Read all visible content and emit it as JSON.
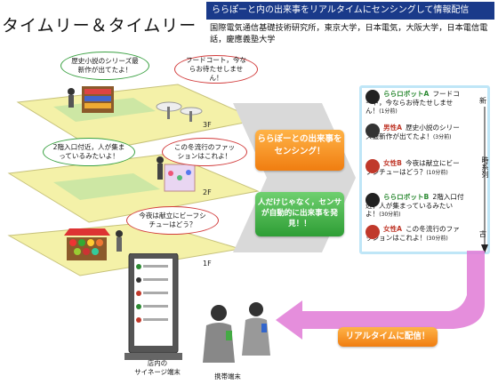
{
  "header": {
    "title": "タイムリー＆タイムリー",
    "subtitle": "ららぽーと内の出来事をリアルタイムにセンシングして情報配信",
    "orgs": "国際電気通信基礎技術研究所，東京大学，日本電気，大阪大学，日本電信電話，慶應義塾大学"
  },
  "floors": [
    {
      "label": "3F",
      "bubbles": [
        "歴史小説のシリーズ最新作が出てたよ！",
        "フードコート，今ならお待たせしません！"
      ]
    },
    {
      "label": "2F",
      "bubbles": [
        "2階入口付近，人が集まっているみたいよ！",
        "この冬流行のファッションはこれよ！"
      ]
    },
    {
      "label": "1F",
      "bubbles": [
        "今夜は献立にビーフシチューはどう？"
      ]
    }
  ],
  "center": {
    "sensing": "ららぽーとの出来事をセンシング！",
    "discover": "人だけじゃなく，センサが自動的に出来事を発見！！",
    "deliver": "リアルタイムに配信！"
  },
  "board": {
    "axis_label": "時系列",
    "axis_new": "新",
    "axis_old": "古",
    "entries": [
      {
        "name": "ららロボットA",
        "text": "フードコート，今ならお待たせしません！",
        "time": "(1分前)",
        "kind": "robot"
      },
      {
        "name": "男性A",
        "text": "歴史小説のシリーズ最新作が出てたよ！",
        "time": "(3分前)",
        "kind": "male"
      },
      {
        "name": "女性B",
        "text": "今夜は献立にビーフシチューはどう？",
        "time": "(10分前)",
        "kind": "female"
      },
      {
        "name": "ららロボットB",
        "text": "2階入口付近，人が集まっているみたいよ！",
        "time": "(30分前)",
        "kind": "robot"
      },
      {
        "name": "女性A",
        "text": "この冬流行のファッションはこれよ！",
        "time": "(30分前)",
        "kind": "female"
      }
    ]
  },
  "devices": {
    "signage": "店内の\nサイネージ端末",
    "mobile": "携帯端末"
  },
  "colors": {
    "green": "#3aa142",
    "red": "#d23c3c",
    "orange": "#f07d10",
    "pink": "#e07ad6",
    "navy": "#1a3a8a"
  }
}
